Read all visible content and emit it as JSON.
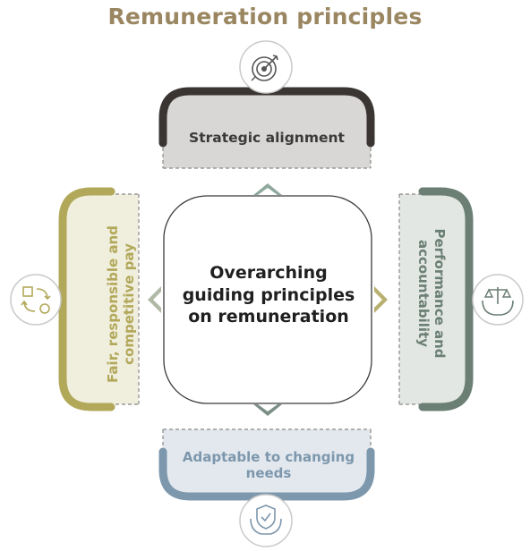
{
  "title": "Remuneration principles",
  "center": "Overarching guiding principles on remuneration",
  "principles": {
    "top": "Strategic alignment",
    "right": "Performance and accountability",
    "bottom": "Adaptable to changing needs",
    "left": "Fair, responsible and competitive pay"
  },
  "colors": {
    "title": "#9a8660",
    "top_arc": "#3a3533",
    "top_fill": "#d9d7d5",
    "right_arc": "#6b7f74",
    "right_fill": "#e3e7e4",
    "bottom_arc": "#7d97ad",
    "bottom_fill": "#e2e8ee",
    "left_arc": "#b2a85a",
    "left_fill": "#f0eedd"
  },
  "icons": {
    "top": "target-icon",
    "right": "scales-in-hands-icon",
    "bottom": "shield-in-hands-icon",
    "left": "shapes-cycle-icon"
  }
}
